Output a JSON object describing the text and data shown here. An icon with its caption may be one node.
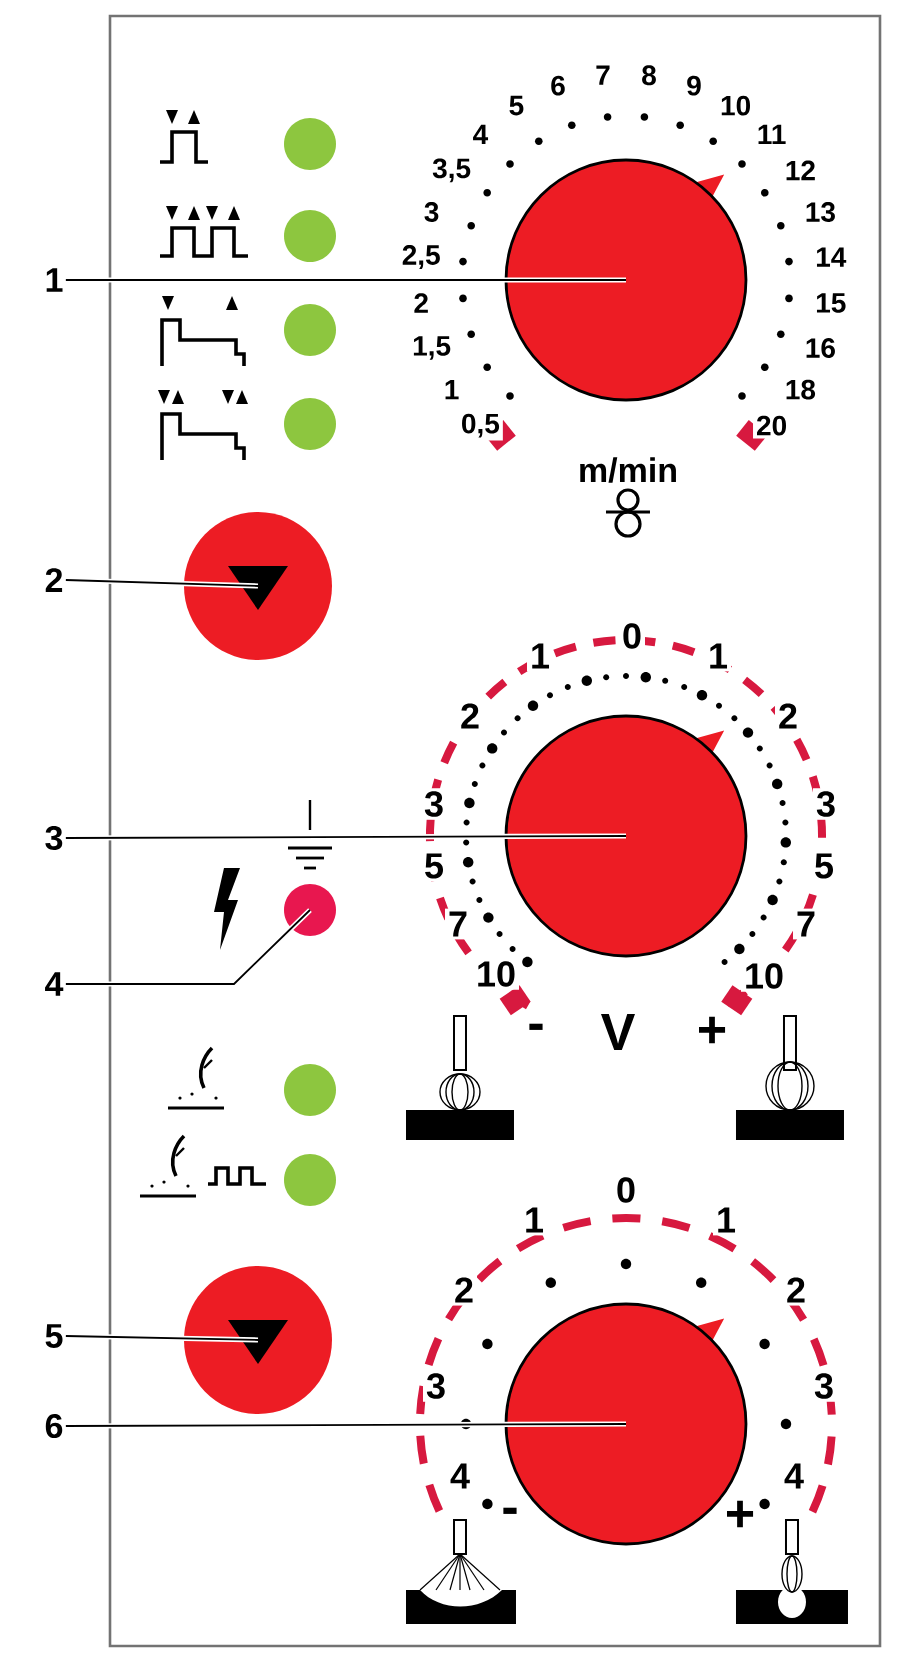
{
  "diagram": {
    "nodes": [
      {
        "text": [
          "1"
        ]
      },
      {
        "text": [],
        "shape": "circle"
      },
      {
        "text": [
          "2"
        ]
      },
      {
        "text": [],
        "shape": "circle"
      },
      {
        "text": [
          "3"
        ]
      },
      {
        "text": [],
        "shape": "circle"
      },
      {
        "text": [
          "4"
        ]
      },
      {
        "text": [],
        "shape": "circle"
      },
      {
        "text": [
          "5"
        ]
      },
      {
        "text": [],
        "shape": "circle"
      },
      {
        "text": [
          "6"
        ]
      },
      {
        "text": [],
        "shape": "circle"
      }
    ],
    "edges": [
      {
        "from": 0,
        "to": 1,
        "arrow": "none"
      },
      {
        "from": 2,
        "to": 3,
        "arrow": "none"
      },
      {
        "from": 4,
        "to": 5,
        "arrow": "none"
      },
      {
        "from": 6,
        "to": 7,
        "arrow": "none"
      },
      {
        "from": 8,
        "to": 9,
        "arrow": "none"
      },
      {
        "from": 10,
        "to": 11,
        "arrow": "none"
      }
    ],
    "labels": [
      "0,5",
      "1",
      "1,5",
      "2",
      "2,5",
      "3",
      "3,5",
      "4",
      "5",
      "6",
      "7",
      "8",
      "9",
      "10",
      "11",
      "12",
      "13",
      "14",
      "15",
      "16",
      "18",
      "20",
      "m/min",
      "10",
      "7",
      "5",
      "3",
      "2",
      "1",
      "0",
      "1",
      "2",
      "3",
      "5",
      "7",
      "10",
      "-",
      "V",
      "+",
      "4",
      "3",
      "2",
      "1",
      "0",
      "1",
      "2",
      "3",
      "4",
      "-",
      "+"
    ]
  }
}
